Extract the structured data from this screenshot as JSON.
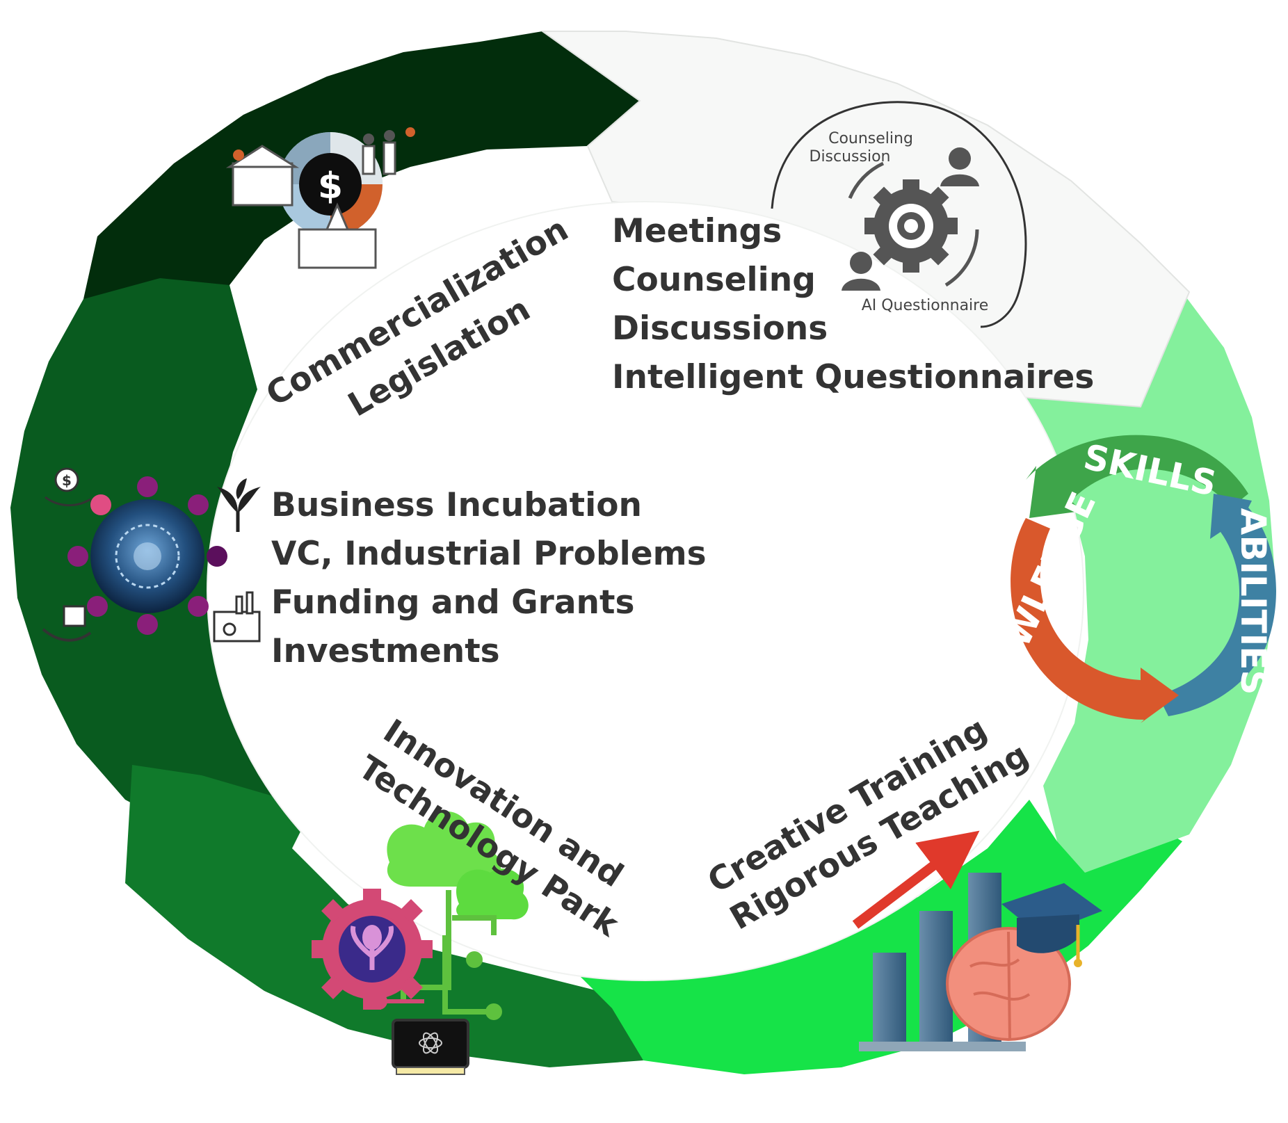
{
  "diagram": {
    "top_center": {
      "items": [
        "Meetings",
        "Counseling",
        "Discussions",
        "Intelligent Questionnaires"
      ],
      "icon_labels": {
        "top": [
          "Counseling",
          "Discussion"
        ],
        "bottom": "AI Questionnaire"
      }
    },
    "top_left": {
      "items": [
        "Commercialization",
        "Legislation"
      ]
    },
    "left": {
      "items": [
        "Business Incubation",
        "VC, Industrial Problems",
        "Funding and Grants",
        "Investments"
      ]
    },
    "bottom_left": {
      "items": [
        "Innovation and",
        "Technology Park"
      ]
    },
    "bottom_right": {
      "items": [
        "Creative Training",
        "Rigorous Teaching"
      ]
    },
    "cycle": {
      "labels": [
        "SKILLS",
        "ABILITIES",
        "KNOWLEDGE"
      ]
    }
  },
  "colors": {
    "darkest_green": "#022d0c",
    "dark_green": "#095b1f",
    "mid_green": "#107a2b",
    "bright_green": "#16e348",
    "light_green": "#84f09c",
    "white_segment": "#f7f8f7",
    "skills_green": "#3ea54a",
    "abilities_blue": "#3e81a3",
    "knowledge_orange": "#d9582c"
  }
}
